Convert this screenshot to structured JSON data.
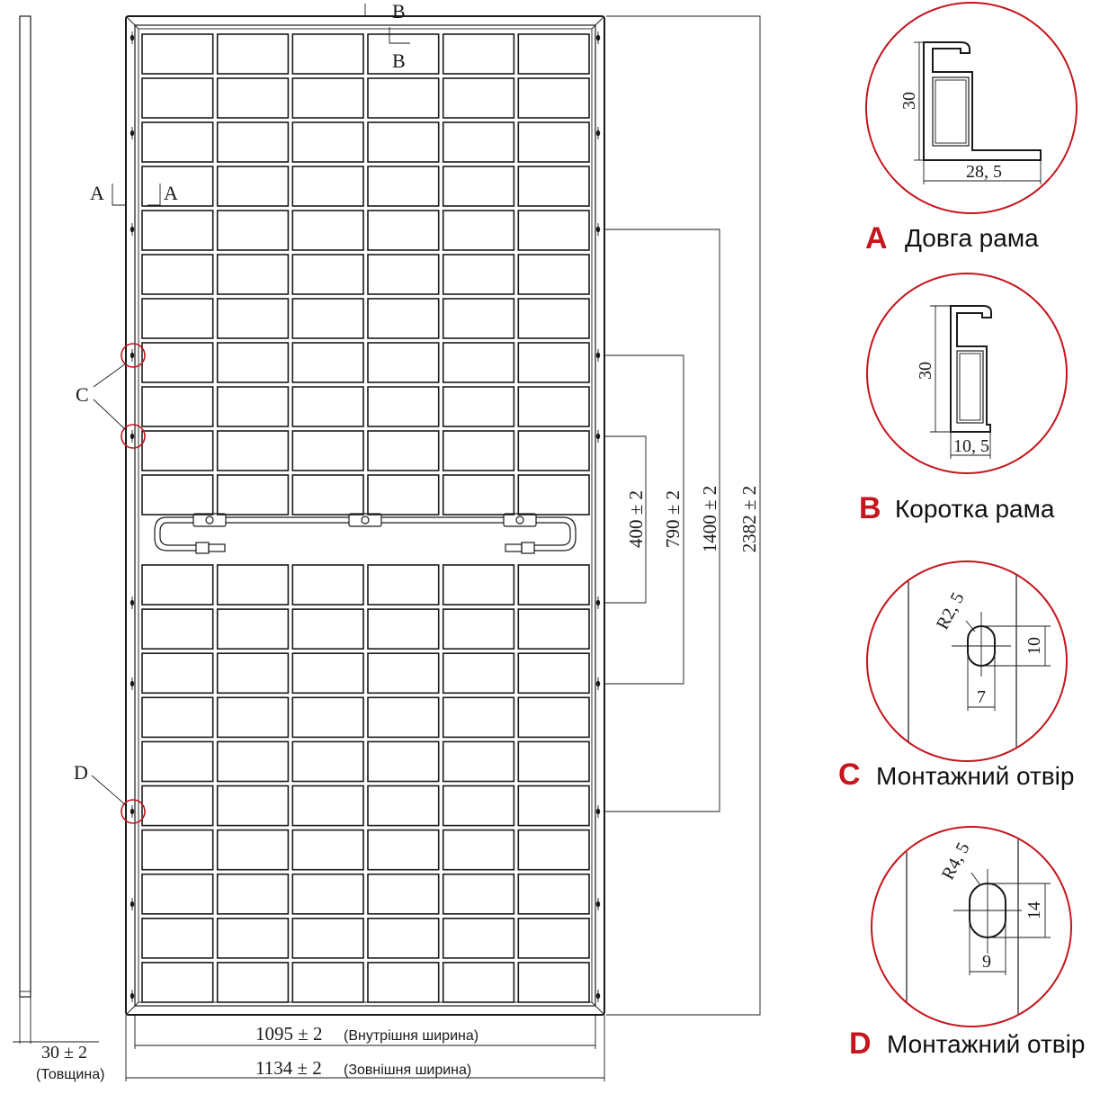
{
  "drawing": {
    "section_marks": {
      "b_top": "B",
      "b_bottom": "B",
      "a_left": "A",
      "a_right": "A"
    },
    "callouts": {
      "c": "C",
      "d": "D"
    },
    "height_dims": {
      "d400": "400 ± 2",
      "d790": "790 ± 2",
      "d1400": "1400 ± 2",
      "d2382": "2382 ± 2"
    },
    "width_dims": {
      "inner_value": "1095 ± 2",
      "inner_label": "(Внутрішня ширина)",
      "outer_value": "1134 ± 2",
      "outer_label": "(Зовнішня ширина)"
    },
    "thickness": {
      "value": "30 ± 2",
      "label": "(Товщина)"
    }
  },
  "details": {
    "a": {
      "letter": "A",
      "title": "Довга рама",
      "height": "30",
      "width": "28, 5"
    },
    "b": {
      "letter": "B",
      "title": "Коротка рама",
      "height": "30",
      "width": "10, 5"
    },
    "c": {
      "letter": "C",
      "title": "Монтажний отвір",
      "radius": "R2, 5",
      "height": "10",
      "width": "7"
    },
    "d": {
      "letter": "D",
      "title": "Монтажний отвір",
      "radius": "R4, 5",
      "height": "14",
      "width": "9"
    }
  },
  "colors": {
    "accent": "#c4161c",
    "line": "#1a1a1a",
    "background": "#ffffff"
  }
}
